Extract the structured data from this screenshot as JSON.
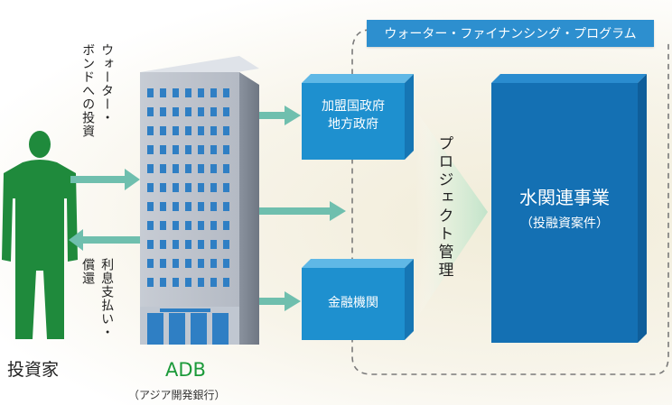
{
  "program_label": "ウォーター・ファイナンシング・プログラム",
  "investor": {
    "label": "投資家",
    "bond_label_col1": "ウォーター・",
    "bond_label_col2": "ボンドへの投資",
    "repay_label_col1": "利息支払い・",
    "repay_label_col2": "償還"
  },
  "adb": {
    "name": "ADB",
    "subtitle": "（アジア開発銀行）"
  },
  "member_govt": {
    "line1": "加盟国政府",
    "line2": "地方政府"
  },
  "financial_inst": {
    "label": "金融機関"
  },
  "project_mgmt": "プロジェクト管理",
  "water_projects": {
    "title": "水関連事業",
    "subtitle": "（投融資案件）"
  },
  "colors": {
    "investor_green": "#1f8a3c",
    "adb_green": "#1c9a3a",
    "box_blue": "#1e90cf",
    "arrow_teal": "#6fbfae",
    "banner_blue": "#2d8fcf",
    "big_box_blue": "#1470b3"
  }
}
